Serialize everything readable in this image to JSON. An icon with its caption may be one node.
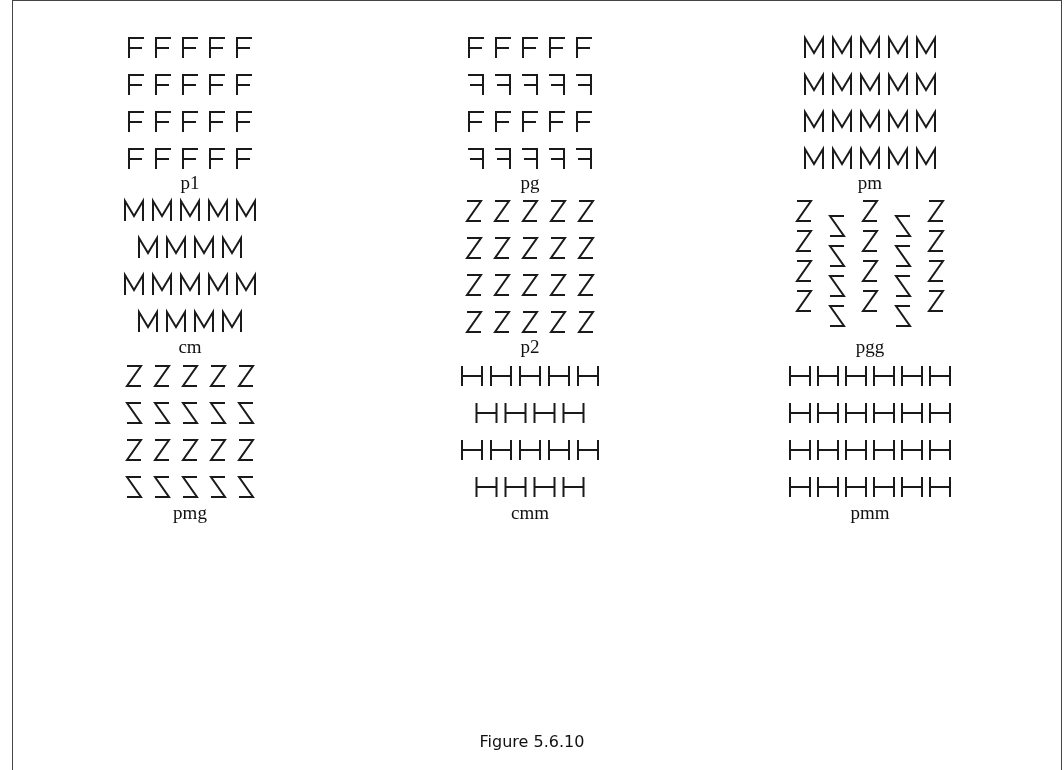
{
  "diagram": {
    "caption": "Figure 5.6.10",
    "labels": [
      "p1",
      "pg",
      "pm",
      "cm",
      "p2",
      "pgg",
      "pmg",
      "cmm",
      "pmm"
    ]
  }
}
